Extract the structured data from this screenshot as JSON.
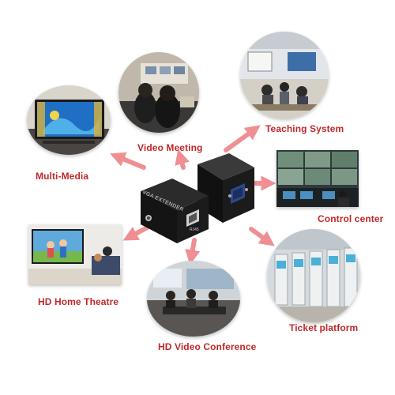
{
  "colors": {
    "label": "#c0282a",
    "arrow": "#f08f93",
    "device": "#1b1b1b",
    "screen_blue": "#1f6fc4"
  },
  "device": {
    "left_unit_text": "VGA EXTENDER",
    "left_port_label": "RJ45",
    "icon": "vga-extender-device"
  },
  "scenes": [
    {
      "id": "video-meeting",
      "label": "Video Meeting",
      "icon": "video-meeting-photo"
    },
    {
      "id": "teaching-system",
      "label": "Teaching System",
      "icon": "classroom-photo"
    },
    {
      "id": "multi-media",
      "label": "Multi-Media",
      "icon": "multimedia-tv-photo"
    },
    {
      "id": "control-center",
      "label": "Control center",
      "icon": "control-room-photo"
    },
    {
      "id": "hd-home-theatre",
      "label": "HD Home Theatre",
      "icon": "home-theatre-photo"
    },
    {
      "id": "ticket-platform",
      "label": "Ticket platform",
      "icon": "ticket-machines-photo"
    },
    {
      "id": "hd-video-conference",
      "label": "HD Video Conference",
      "icon": "conference-room-photo"
    }
  ]
}
